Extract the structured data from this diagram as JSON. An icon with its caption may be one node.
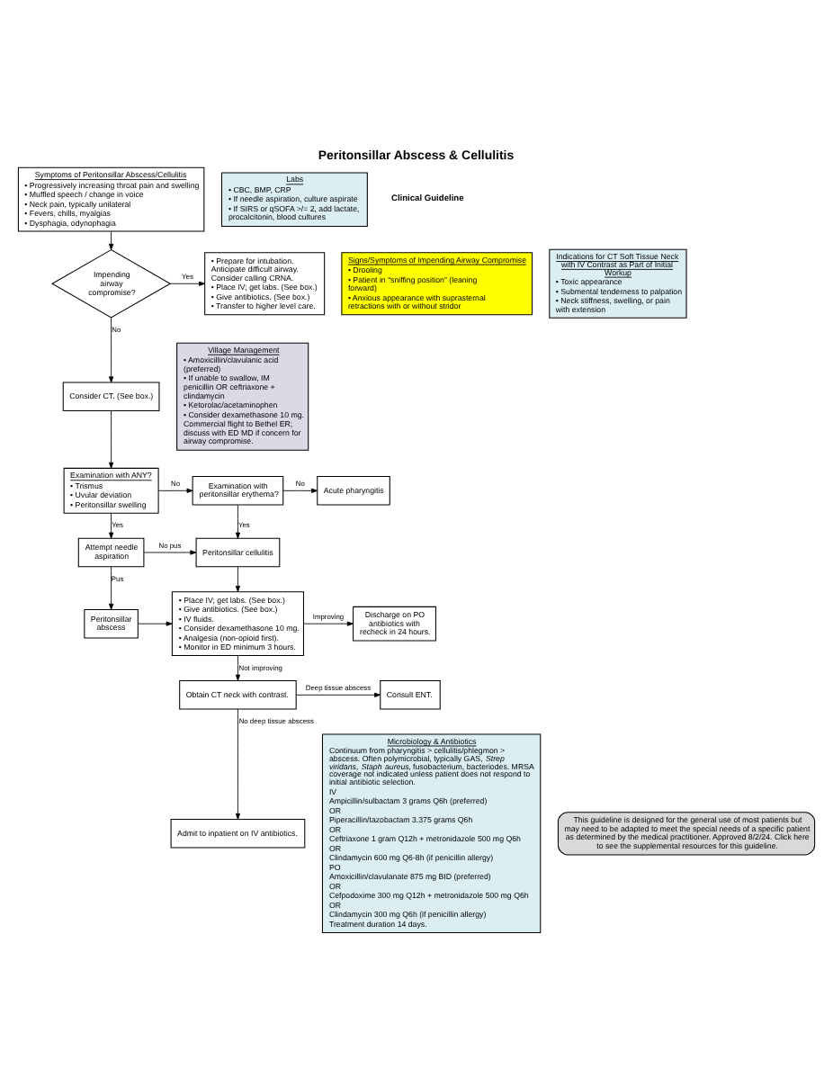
{
  "diagram": {
    "title": "Peritonsillar Abscess & Cellulitis",
    "nodes": [
      {
        "text": [
          "Symptoms of Peritonsillar Abscess/Cellulitis",
          "• Progressively increasing throat pain and swelling",
          "• Muffled speech / change in voice",
          "• Neck pain, typically unilateral",
          "• Fevers, chills, myalgias",
          "• Dysphagia, odynophagia"
        ]
      },
      {
        "text": [
          "Labs",
          "• CBC, BMP, CRP",
          "• If needle aspiration, culture aspirate",
          "• If SIRS or qSOFA >/= 2, add lactate, procalcitonin, blood cultures"
        ]
      },
      {
        "text": [
          "Impending airway compromise?"
        ]
      },
      {
        "text": [
          "• Prepare for intubation. Anticipate difficult airway. Consider calling CRNA.",
          "• Place IV; get labs. (See box.)",
          "• Give antibiotics. (See box.)",
          "• Transfer to higher level care."
        ]
      },
      {
        "text": [
          "Signs/Symptoms of Impending Airway Compromise",
          "• Drooling",
          "• Patient in “sniffing position” (leaning forward)",
          "• Anxious appearance with suprasternal retractions with or without stridor"
        ]
      },
      {
        "text": [
          "Indications for CT Soft Tissue Neck with IV Contrast as Part of Initial Workup",
          "• Toxic appearance",
          "• Submental tenderness to palpation",
          "• Neck stiffness, swelling, or pain with extension"
        ]
      },
      {
        "text": [
          "Village Management",
          "• Amoxicillin/clavulanic acid (preferred)",
          "• If unable to swallow, IM penicillin OR ceftriaxone + clindamycin",
          "• Ketorolac/acetaminophen",
          "• Consider dexamethasone 10 mg.",
          "Commercial flight to Bethel ER; discuss with ED MD if concern for airway compromise."
        ]
      },
      {
        "text": [
          "Consider CT. (See box.)"
        ]
      },
      {
        "text": [
          "Examination with ANY?",
          "• Trismus",
          "• Uvular deviation",
          "• Peritonsillar swelling"
        ]
      },
      {
        "text": [
          "Examination with peritonsillar erythema?"
        ]
      },
      {
        "text": [
          "Acute pharyngitis"
        ]
      },
      {
        "text": [
          "Attempt needle aspiration"
        ]
      },
      {
        "text": [
          "Peritonsillar cellulitis"
        ]
      },
      {
        "text": [
          "Peritonsillar abscess"
        ]
      },
      {
        "text": [
          "• Place IV; get labs. (See box.)",
          "• Give antibiotics. (See box.)",
          "• IV fluids.",
          "• Consider dexamethasone 10 mg.",
          "• Analgesia (non-opioid first).",
          "• Monitor in ED minimum 3 hours."
        ]
      },
      {
        "text": [
          "Discharge on PO antibiotics with recheck in 24 hours."
        ]
      },
      {
        "text": [
          "Obtain CT neck with contrast."
        ]
      },
      {
        "text": [
          "Consult ENT."
        ]
      },
      {
        "text": [
          "Admit to inpatient on IV antibiotics."
        ]
      },
      {
        "text": [
          "Microbiology & Antibiotics",
          "Continuum from pharyngitis > cellulitis/phlegmon > abscess. Often polymicrobial, typically GAS, *Strep viridans*, *Staph aureus*, fusobacterium, bacteriodes. MRSA coverage not indicated unless patient does not respond to initial antibiotic selection.",
          "IV",
          "Ampicillin/sulbactam 3 grams Q6h (preferred)",
          "OR",
          "Piperacillin/tazobactam 3.375 grams Q6h",
          "OR",
          "Ceftriaxone 1 gram Q12h + metronidazole 500 mg Q6h",
          "OR",
          "Clindamycin 600 mg Q6-8h (if penicillin allergy)",
          "PO",
          "Amoxicillin/clavulanate 875 mg BID (preferred)",
          "OR",
          "Cefpodoxime 300 mg Q12h + metronidazole 500 mg Q6h",
          "OR",
          "Clindamycin 300 mg Q6h (if penicillin allergy)",
          "Treatment duration 14 days."
        ]
      },
      {
        "text": [
          "This guideline is designed for the general use of most patients but may need to be adapted to meet the special needs of a specific patient as determined by the medical practitioner. Approved 8/2/24. Click here to see the supplemental resources for this guideline."
        ]
      }
    ],
    "edges": [
      {
        "from": 0,
        "to": 2,
        "arrow": "to"
      },
      {
        "from": 2,
        "to": 3,
        "arrow": "to",
        "label": "Yes"
      },
      {
        "from": 2,
        "to": 7,
        "arrow": "to",
        "label": "No"
      },
      {
        "from": 7,
        "to": 8,
        "arrow": "to"
      },
      {
        "from": 8,
        "to": 9,
        "arrow": "to",
        "label": "No"
      },
      {
        "from": 9,
        "to": 10,
        "arrow": "to",
        "label": "No"
      },
      {
        "from": 8,
        "to": 11,
        "arrow": "to",
        "label": "Yes"
      },
      {
        "from": 9,
        "to": 12,
        "arrow": "to",
        "label": "Yes"
      },
      {
        "from": 11,
        "to": 12,
        "arrow": "to",
        "label": "No pus"
      },
      {
        "from": 11,
        "to": 13,
        "arrow": "to",
        "label": "Pus"
      },
      {
        "from": 13,
        "to": 14,
        "arrow": "to"
      },
      {
        "from": 12,
        "to": 14,
        "arrow": "to"
      },
      {
        "from": 14,
        "to": 15,
        "arrow": "to",
        "label": "Improving"
      },
      {
        "from": 14,
        "to": 16,
        "arrow": "to",
        "label": "Not improving"
      },
      {
        "from": 16,
        "to": 17,
        "arrow": "to",
        "label": "Deep tissue abscess"
      },
      {
        "from": 16,
        "to": 18,
        "arrow": "to",
        "label": "No deep tissue abscess"
      }
    ],
    "labels": [
      "Clinical Guideline"
    ]
  }
}
